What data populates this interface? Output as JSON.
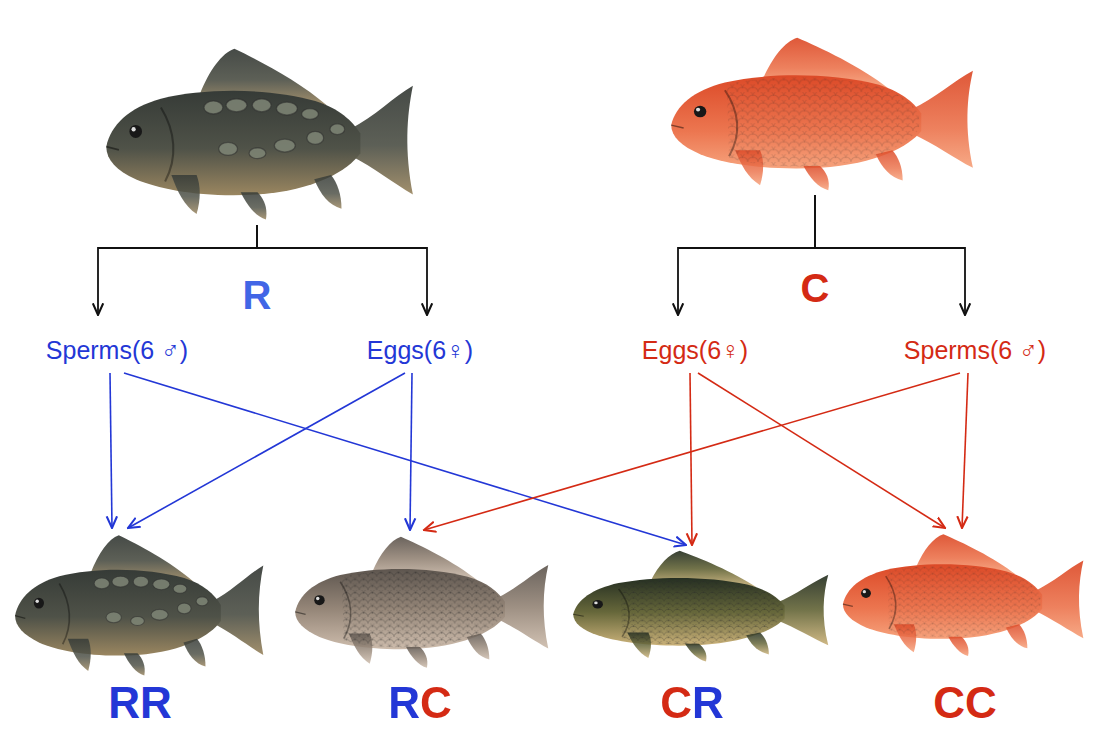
{
  "diagram": {
    "nodes": [
      {
        "text": [
          "R"
        ]
      },
      {
        "text": [
          "C"
        ]
      },
      {
        "text": [
          "Sperms(6 ♂)"
        ]
      },
      {
        "text": [
          "Eggs(6♀)"
        ]
      },
      {
        "text": [
          "Eggs(6♀)"
        ]
      },
      {
        "text": [
          "Sperms(6 ♂)"
        ]
      },
      {
        "text": [
          "RR"
        ]
      },
      {
        "text": [
          "RC"
        ]
      },
      {
        "text": [
          "CR"
        ]
      },
      {
        "text": [
          "CC"
        ]
      }
    ],
    "edges": [
      {
        "from": 0,
        "to": 2,
        "arrow": "to"
      },
      {
        "from": 0,
        "to": 3,
        "arrow": "to"
      },
      {
        "from": 1,
        "to": 4,
        "arrow": "to"
      },
      {
        "from": 1,
        "to": 5,
        "arrow": "to"
      },
      {
        "from": 2,
        "to": 6,
        "arrow": "to"
      },
      {
        "from": 3,
        "to": 6,
        "arrow": "to"
      },
      {
        "from": 3,
        "to": 7,
        "arrow": "to"
      },
      {
        "from": 2,
        "to": 8,
        "arrow": "to"
      },
      {
        "from": 5,
        "to": 7,
        "arrow": "to"
      },
      {
        "from": 4,
        "to": 8,
        "arrow": "to"
      },
      {
        "from": 4,
        "to": 9,
        "arrow": "to"
      },
      {
        "from": 5,
        "to": 9,
        "arrow": "to"
      }
    ]
  }
}
